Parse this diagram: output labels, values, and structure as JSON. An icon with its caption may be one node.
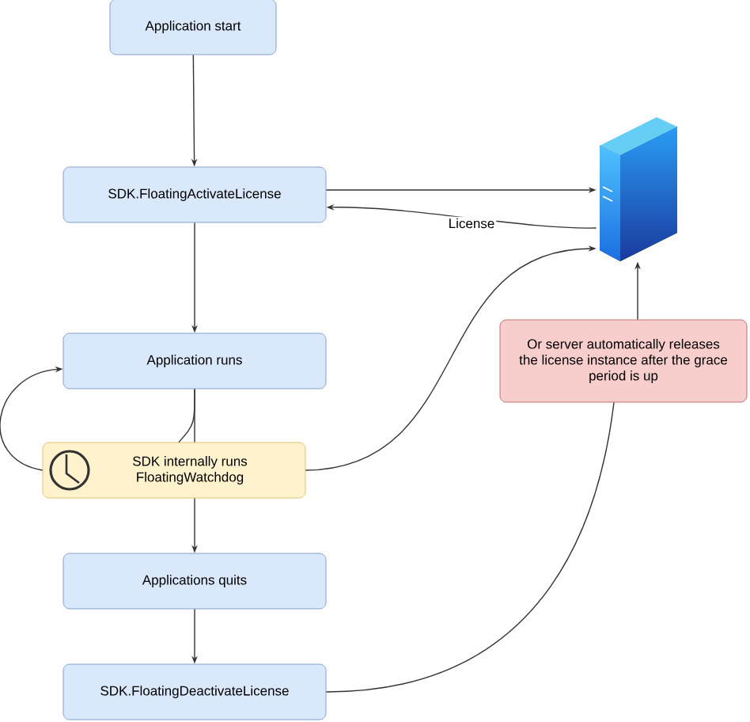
{
  "diagram": {
    "nodes": [
      {
        "text": [
          "Application start"
        ]
      },
      {
        "text": [
          "SDK.FloatingActivateLicense"
        ]
      },
      {
        "text": [
          "Application runs"
        ]
      },
      {
        "text": [
          "SDK internally runs FloatingWatchdog"
        ]
      },
      {
        "text": [
          "Applications quits"
        ]
      },
      {
        "text": [
          "SDK.FloatingDeactivateLicense"
        ]
      },
      {
        "text": [],
        "shape": "server"
      },
      {
        "text": [
          "Or server automatically releases the license instance after the grace period is up"
        ]
      }
    ],
    "edges": [
      {
        "from": 0,
        "to": 1,
        "arrow": "to"
      },
      {
        "from": 1,
        "to": 2,
        "arrow": "to"
      },
      {
        "from": 1,
        "to": 6,
        "arrow": "to"
      },
      {
        "from": 6,
        "to": 1,
        "arrow": "to",
        "label": "License"
      },
      {
        "from": 2,
        "to": 3,
        "arrow": "none"
      },
      {
        "from": 2,
        "to": 3,
        "arrow": "none"
      },
      {
        "from": 3,
        "to": 2,
        "arrow": "to"
      },
      {
        "from": 3,
        "to": 4,
        "arrow": "to"
      },
      {
        "from": 4,
        "to": 5,
        "arrow": "to"
      },
      {
        "from": 3,
        "to": 6,
        "arrow": "to"
      },
      {
        "from": 5,
        "to": 7,
        "arrow": "none"
      },
      {
        "from": 7,
        "to": 6,
        "arrow": "to"
      }
    ]
  }
}
